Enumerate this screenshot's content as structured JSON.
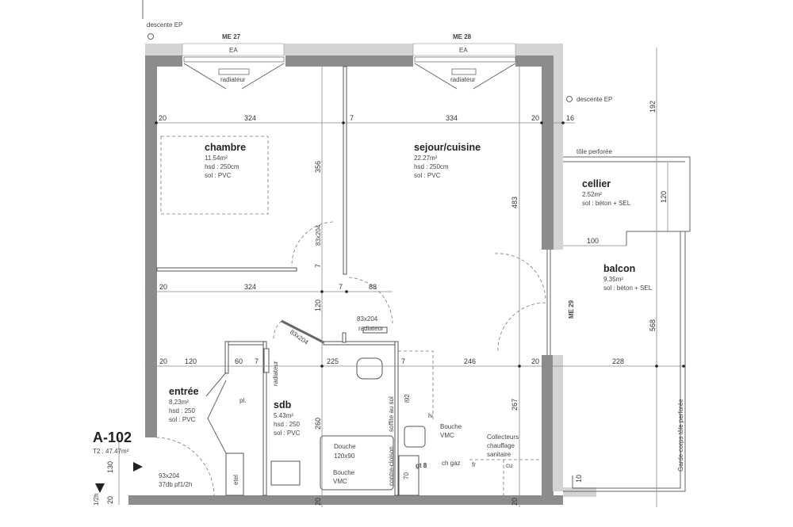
{
  "plan": {
    "unit_id": "A-102",
    "unit_summary": "T2 : 47.47m²",
    "rooms": [
      {
        "name": "chambre",
        "area": "11.54m²",
        "hsd": "hsd : 250cm",
        "sol": "sol : PVC"
      },
      {
        "name": "sejour/cuisine",
        "area": "22.27m²",
        "hsd": "hsd : 250cm",
        "sol": "sol : PVC"
      },
      {
        "name": "cellier",
        "area": "2.52m²",
        "sol": "sol : béton + SEL"
      },
      {
        "name": "balcon",
        "area": "9.35m²",
        "sol": "sol : béton + SEL"
      },
      {
        "name": "entrée",
        "area": "8.23m²",
        "hsd": "hsd : 250",
        "sol": "sol : PVC"
      },
      {
        "name": "sdb",
        "area": "5.43m²",
        "hsd": "hsd : 250",
        "sol": "sol : PVC"
      }
    ],
    "annotations": {
      "descente_ep_1": "descente EP",
      "descente_ep_2": "descente EP",
      "me27": "ME 27",
      "me28": "ME 28",
      "me29": "ME 29",
      "ea": "EA",
      "radiateur": "radiateur",
      "tole": "tôle perforée",
      "garde_corps": "Garde-corps tôle perforée",
      "door_83x204": "83x204",
      "entry_door_1": "93x204",
      "entry_door_2": "37db pf1/2h",
      "pl": "pl.",
      "etel": "etel",
      "soffite": "soffite au sol",
      "contre_cloison": "contre-cloison",
      "douche_1": "Douche",
      "douche_2": "120x90",
      "bouche": "Bouche",
      "vmc": "VMC",
      "collecteurs_1": "Collecteurs",
      "collecteurs_2": "chauffage",
      "collecteurs_3": "sanitaire",
      "ch_gaz": "ch gaz",
      "gt8": "gt 8",
      "fr": "fr",
      "cu": "cu",
      "lv": "lv",
      "l92": "l92",
      "d70": "70",
      "half_h": "1/2h"
    },
    "dimensions": {
      "row1": [
        "20",
        "324",
        "7",
        "334",
        "20",
        "16"
      ],
      "row2": [
        "20",
        "324",
        "7",
        "88"
      ],
      "row3": [
        "20",
        "120",
        "60",
        "7",
        "225",
        "7",
        "246",
        "20",
        "228"
      ],
      "vert_a": [
        "356",
        "7",
        "120",
        "260",
        "20"
      ],
      "vert_b": [
        "483",
        "267",
        "20"
      ],
      "vert_c": [
        "192",
        "120",
        "568"
      ],
      "misc": [
        "100",
        "10",
        "130",
        "20"
      ]
    }
  }
}
